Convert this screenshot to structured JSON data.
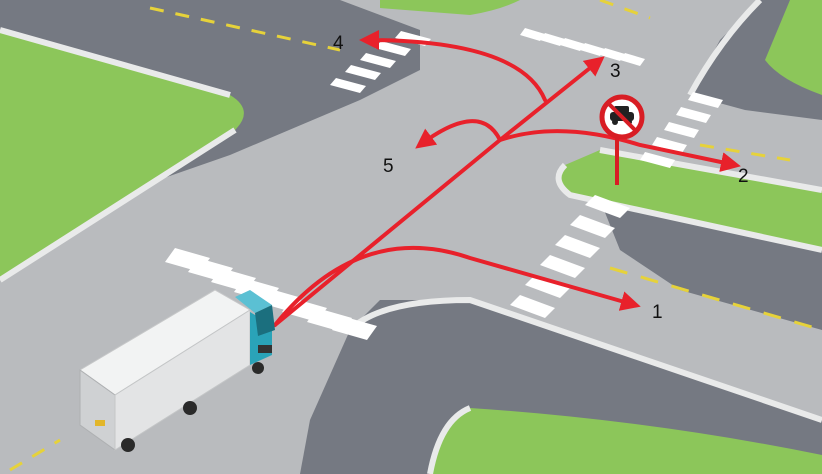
{
  "scene": {
    "colors": {
      "grass": "#8cc65a",
      "road": "#b9bbbe",
      "road_light": "#c4c6c9",
      "outer_road": "#727680",
      "curb": "#e9eaea",
      "arrow": "#e8212b",
      "sign_ring": "#d81d24",
      "truck_cab": "#2aa3b8",
      "truck_box": "#dedfe0",
      "lane_yellow": "#e6d23a"
    },
    "routes": [
      {
        "label": "1"
      },
      {
        "label": "2"
      },
      {
        "label": "3"
      },
      {
        "label": "4"
      },
      {
        "label": "5"
      }
    ],
    "sign": {
      "icon": "no-cars-sign-icon"
    }
  }
}
